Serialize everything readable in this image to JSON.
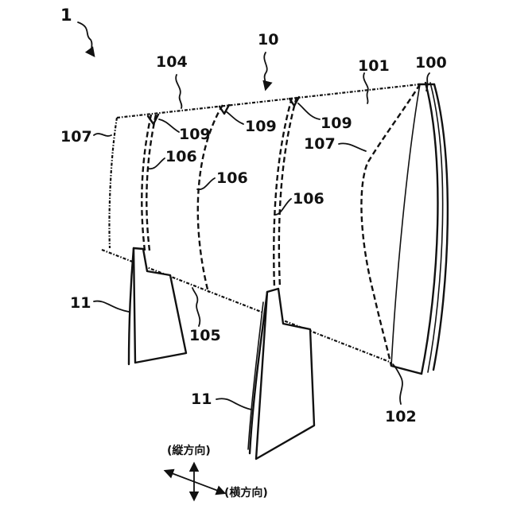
{
  "labels": {
    "ref_1": "1",
    "ref_10": "10",
    "ref_100": "100",
    "ref_101": "101",
    "ref_102": "102",
    "ref_104": "104",
    "ref_105": "105",
    "ref_106_a": "106",
    "ref_106_b": "106",
    "ref_106_c": "106",
    "ref_107_left": "107",
    "ref_107_right": "107",
    "ref_109_a": "109",
    "ref_109_b": "109",
    "ref_109_c": "109",
    "ref_11_a": "11",
    "ref_11_b": "11"
  },
  "direction_legend": {
    "vertical": "(縦方向)",
    "horizontal": "(横方向)"
  }
}
